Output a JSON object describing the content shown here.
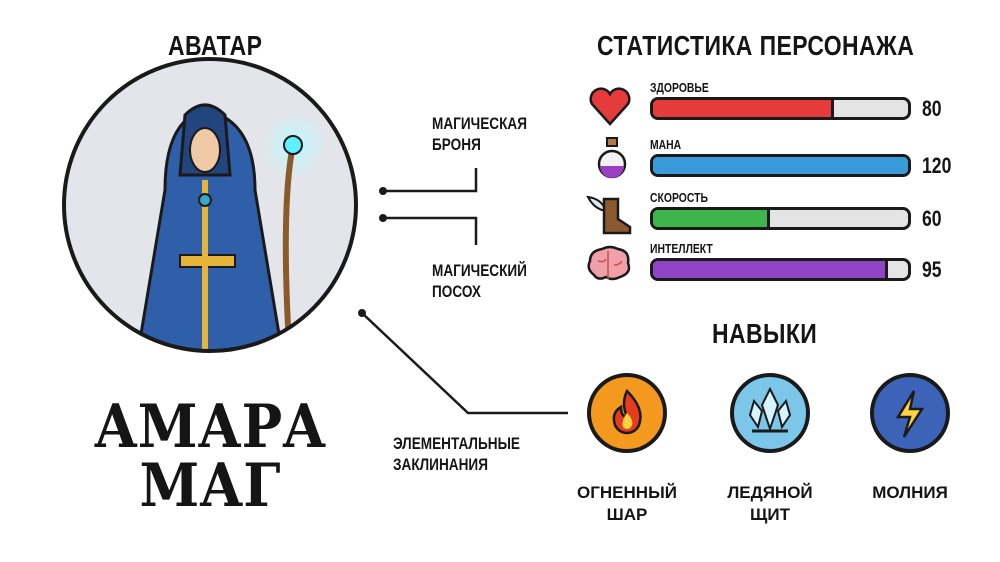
{
  "avatar_section": {
    "heading": "АВАТАР",
    "name_line1": "АМАРА",
    "name_line2": "МАГ"
  },
  "callouts": [
    {
      "line1": "МАГИЧЕСКАЯ",
      "line2": "БРОНЯ"
    },
    {
      "line1": "МАГИЧЕСКИЙ",
      "line2": "ПОСОХ"
    },
    {
      "line1": "ЭЛЕМЕНТАЛЬНЫЕ",
      "line2": "ЗАКЛИНАНИЯ"
    }
  ],
  "stats": {
    "heading": "СТАТИСТИКА ПЕРСОНАЖА",
    "items": [
      {
        "name": "ЗДОРОВЬЕ",
        "value": "80",
        "fill": 0.71,
        "color": "#e53b3b",
        "icon": "heart-icon"
      },
      {
        "name": "МАНА",
        "value": "120",
        "fill": 1.0,
        "color": "#3a9ad9",
        "icon": "potion-icon"
      },
      {
        "name": "СКОРОСТЬ",
        "value": "60",
        "fill": 0.46,
        "color": "#3db54a",
        "icon": "winged-boot-icon"
      },
      {
        "name": "ИНТЕЛЛЕКТ",
        "value": "95",
        "fill": 0.92,
        "color": "#8e44c4",
        "icon": "brain-icon"
      }
    ]
  },
  "skills": {
    "heading": "НАВЫКИ",
    "items": [
      {
        "line1": "ОГНЕННЫЙ",
        "line2": "ШАР",
        "color": "#f39a1e",
        "icon": "fireball-icon"
      },
      {
        "line1": "ЛЕДЯНОЙ",
        "line2": "ЩИТ",
        "color": "#7cc6ea",
        "icon": "ice-crystal-icon"
      },
      {
        "line1": "МОЛНИЯ",
        "line2": "",
        "color": "#3d63b8",
        "icon": "lightning-icon"
      }
    ]
  }
}
